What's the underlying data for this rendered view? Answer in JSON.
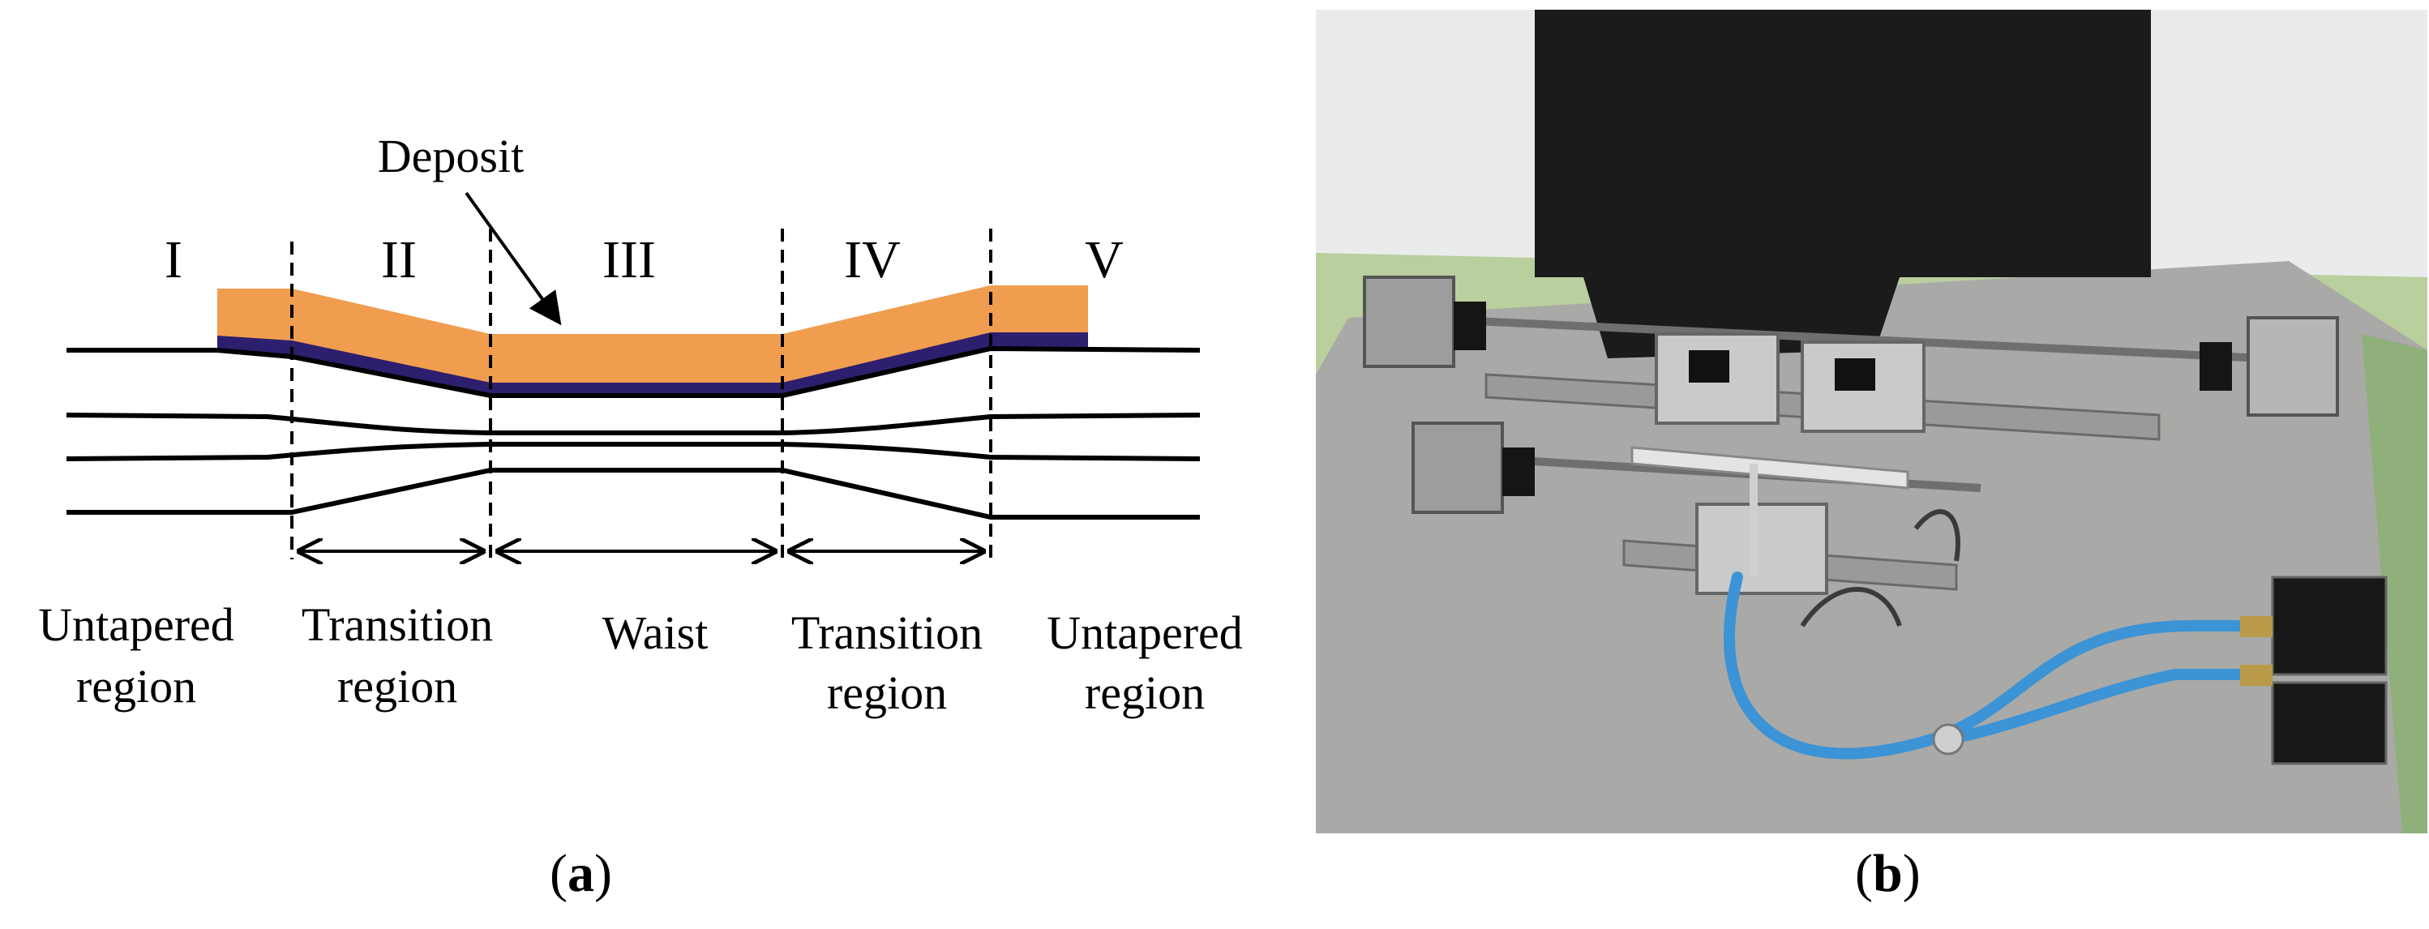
{
  "diagram": {
    "region_numerals": [
      "I",
      "II",
      "III",
      "IV",
      "V"
    ],
    "deposit_label": "Deposit",
    "region_captions": [
      [
        "Untapered",
        "region"
      ],
      [
        "Transition",
        "region"
      ],
      [
        "Waist"
      ],
      [
        "Transition",
        "region"
      ],
      [
        "Untapered",
        "region"
      ]
    ],
    "colors": {
      "deposit": "#f19d4f",
      "deposit_underlayer": "#2e1e6e",
      "fiber": "#000000"
    }
  },
  "panel_labels": {
    "a": "a",
    "b": "b"
  },
  "photo": {
    "colors": {
      "wall": "#e9ecea",
      "table": "#b9cf9e",
      "plate": "#a9a9a7",
      "black_screen": "#1b1b1b",
      "tubing": "#3c93d6"
    }
  }
}
